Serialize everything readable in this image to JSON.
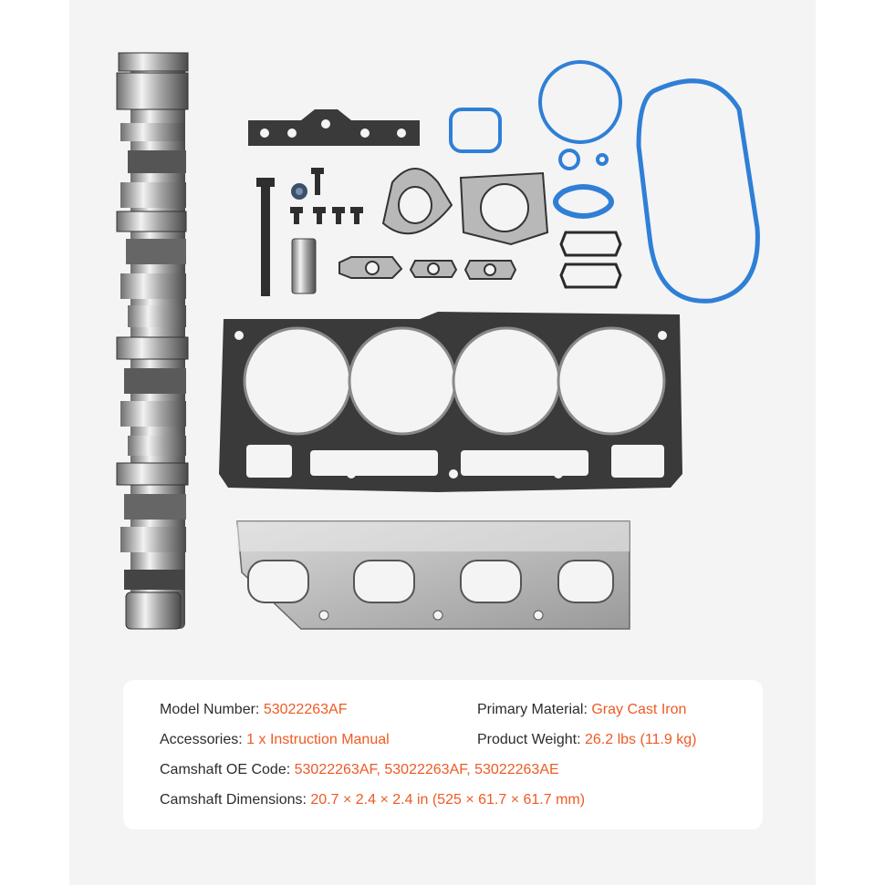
{
  "specs": {
    "model_number": {
      "label": "Model Number:",
      "value": "53022263AF"
    },
    "primary_material": {
      "label": "Primary Material:",
      "value": "Gray Cast Iron"
    },
    "accessories": {
      "label": "Accessories:",
      "value": "1 x Instruction Manual"
    },
    "product_weight": {
      "label": "Product Weight:",
      "value": "26.2 lbs (11.9 kg)"
    },
    "oe_code": {
      "label": "Camshaft OE Code:",
      "value": "53022263AF, 53022263AF, 53022263AE"
    },
    "dimensions": {
      "label": "Camshaft Dimensions:",
      "value": "20.7 × 2.4 × 2.4 in (525 × 61.7 × 61.7 mm)"
    }
  },
  "colors": {
    "accent": "#ee5a24",
    "label_text": "#2c2c2c",
    "gasket_blue": "#2f7fd6",
    "metal_dark": "#3a3a3a"
  }
}
